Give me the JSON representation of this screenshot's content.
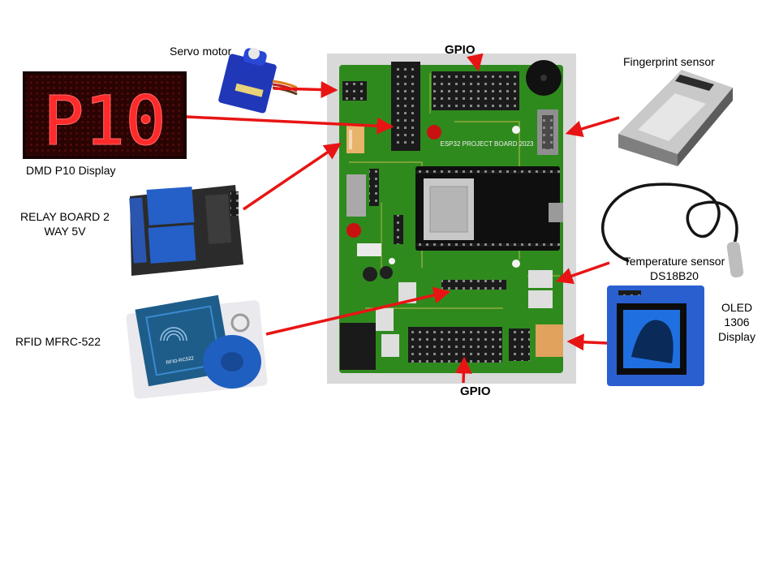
{
  "labels": {
    "gpio_top": "GPIO",
    "gpio_bottom": "GPIO",
    "servo": "Servo motor",
    "fingerprint": "Fingerprint sensor",
    "dmd": "DMD P10 Display",
    "relay_line1": "RELAY BOARD 2",
    "relay_line2": "WAY 5V",
    "rfid": "RFID MFRC-522",
    "temp_line1": "Temperature sensor",
    "temp_line2": "DS18B20",
    "oled_line1": "OLED",
    "oled_line2": "1306",
    "oled_line3": "Display"
  },
  "board": {
    "title": "ESP32 PROJECT BOARD 2023"
  },
  "dmd_panel": {
    "text": "P10"
  },
  "rfid_card": {
    "text": "RFID-RC522"
  },
  "colors": {
    "arrow": "#e81414",
    "board_bg": "#d9d9d9",
    "pcb": "#2f8a1e",
    "dmd_led": "#ff2a2a",
    "relay_blue": "#2460c8",
    "oled_screen": "#1f6fe0"
  }
}
